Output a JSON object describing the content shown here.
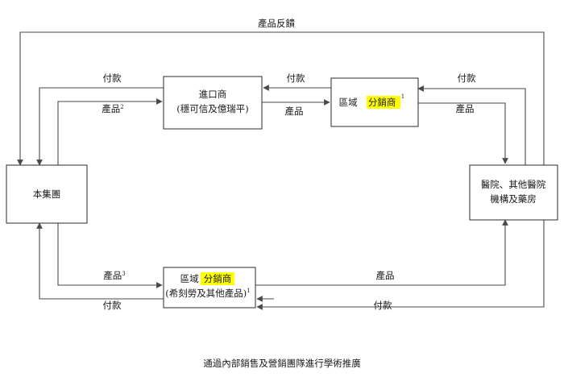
{
  "diagram": {
    "title_label": "產品反饋",
    "caption": "通過內部銷售及營銷團隊進行學術推廣",
    "colors": {
      "highlight": "#ffff00",
      "line": "#4a4a4a",
      "box_stroke": "#3c3c3c",
      "background": "#ffffff",
      "text": "#1a1a1a"
    },
    "nodes": [
      {
        "id": "group",
        "name": "our-group",
        "line1": "本集團",
        "line2": ""
      },
      {
        "id": "importer",
        "name": "importer",
        "line1": "進口商",
        "line2": "(穩可信及億瑞平)"
      },
      {
        "id": "distributor-top",
        "name": "regional-distributor-top",
        "prefix": "區域",
        "highlight": "分銷商",
        "superscript": "1",
        "line2": ""
      },
      {
        "id": "distributor-bottom",
        "name": "regional-distributor-bottom",
        "prefix": "區域",
        "highlight": "分銷商",
        "line2": "(希刻勞及其他產品)",
        "superscript": "1"
      },
      {
        "id": "hospital",
        "name": "hospitals-and-pharmacies",
        "line1": "醫院、其他醫院",
        "line2": "機構及藥房"
      }
    ],
    "edges": [
      {
        "id": "e1",
        "name": "product-feedback-loop",
        "label": "產品反饋",
        "superscript": ""
      },
      {
        "id": "e2",
        "name": "payment-importer-to-group",
        "label": "付款",
        "superscript": ""
      },
      {
        "id": "e3",
        "name": "product-group-to-importer",
        "label": "產品",
        "superscript": "2"
      },
      {
        "id": "e4",
        "name": "payment-distributor-to-importer",
        "label": "付款",
        "superscript": ""
      },
      {
        "id": "e5",
        "name": "product-importer-to-distributor",
        "label": "產品",
        "superscript": ""
      },
      {
        "id": "e6",
        "name": "payment-hospital-to-distributor-top",
        "label": "付款",
        "superscript": ""
      },
      {
        "id": "e7",
        "name": "product-distributor-top-to-hospital",
        "label": "產品",
        "superscript": ""
      },
      {
        "id": "e8",
        "name": "product-group-to-distributor-bottom",
        "label": "產品",
        "superscript": "3"
      },
      {
        "id": "e9",
        "name": "payment-distributor-bottom-to-group",
        "label": "付款",
        "superscript": ""
      },
      {
        "id": "e10",
        "name": "product-distributor-bottom-to-hospital",
        "label": "產品",
        "superscript": ""
      },
      {
        "id": "e11",
        "name": "payment-hospital-to-distributor-bottom",
        "label": "付款",
        "superscript": ""
      }
    ]
  }
}
